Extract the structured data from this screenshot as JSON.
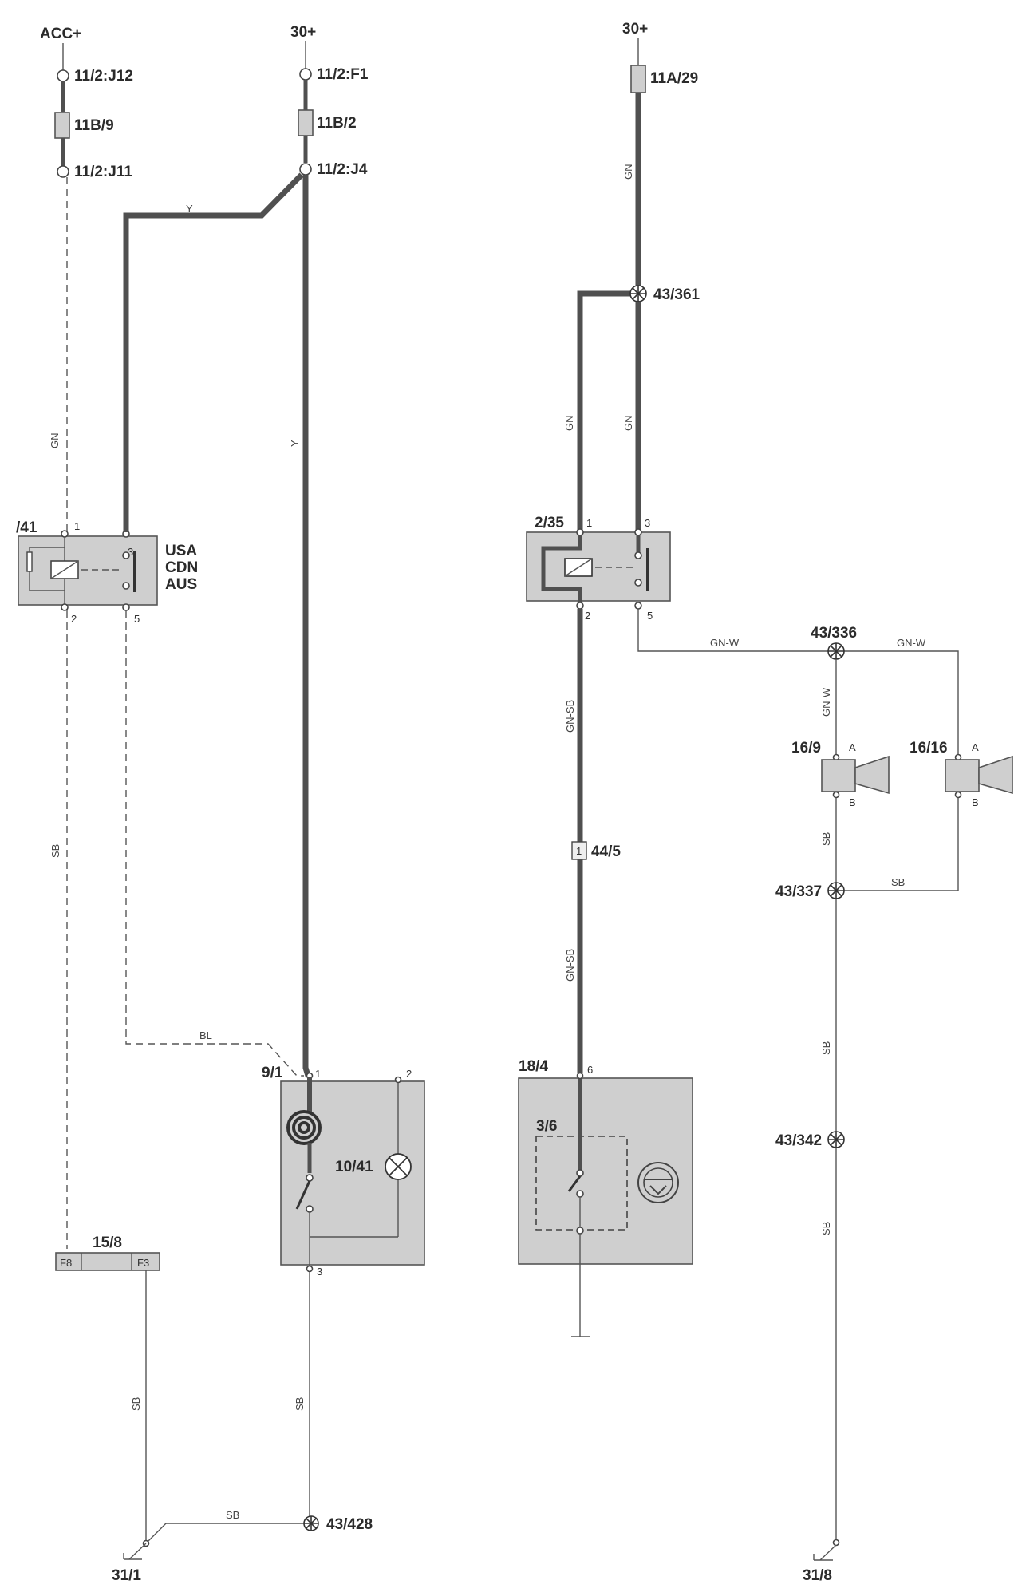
{
  "supplies": {
    "acc": "ACC+",
    "b30_a": "30+",
    "b30_b": "30+"
  },
  "junctions": {
    "j12": "11/2:J12",
    "j11": "11/2:J11",
    "f1": "11/2:F1",
    "j4": "11/2:J4"
  },
  "fuses": {
    "f11b9": "11B/9",
    "f11b2": "11B/2",
    "f11a29": "11A/29"
  },
  "splices": {
    "s43_361": "43/361",
    "s43_336": "43/336",
    "s43_337": "43/337",
    "s43_342": "43/342",
    "s43_428": "43/428"
  },
  "relay_left": {
    "id": "/41",
    "markets": [
      "USA",
      "CDN",
      "AUS"
    ],
    "pins": {
      "p1": "1",
      "p2": "2",
      "p3": "3",
      "p5": "5"
    }
  },
  "relay_right": {
    "id": "2/35",
    "pins": {
      "p1": "1",
      "p2": "2",
      "p3": "3",
      "p5": "5"
    }
  },
  "components": {
    "c9_1": "9/1",
    "c10_41": "10/41",
    "c18_4": "18/4",
    "c3_6": "3/6",
    "c15_8": "15/8",
    "c44_5": "44/5",
    "c44_5_pin": "1",
    "c16_9": "16/9",
    "c16_16": "16/16"
  },
  "component_pins": {
    "c9_1_p1": "1",
    "c9_1_p2": "2",
    "c9_1_p3": "3",
    "c18_4_p6": "6",
    "f8": "F8",
    "f3": "F3",
    "horn_a": "A",
    "horn_b": "B"
  },
  "grounds": {
    "g31_1": "31/1",
    "g31_8": "31/8"
  },
  "wire_colors": {
    "gn": "GN",
    "y": "Y",
    "sb": "SB",
    "bl": "BL",
    "gn_sb": "GN-SB",
    "gn_w": "GN-W"
  }
}
